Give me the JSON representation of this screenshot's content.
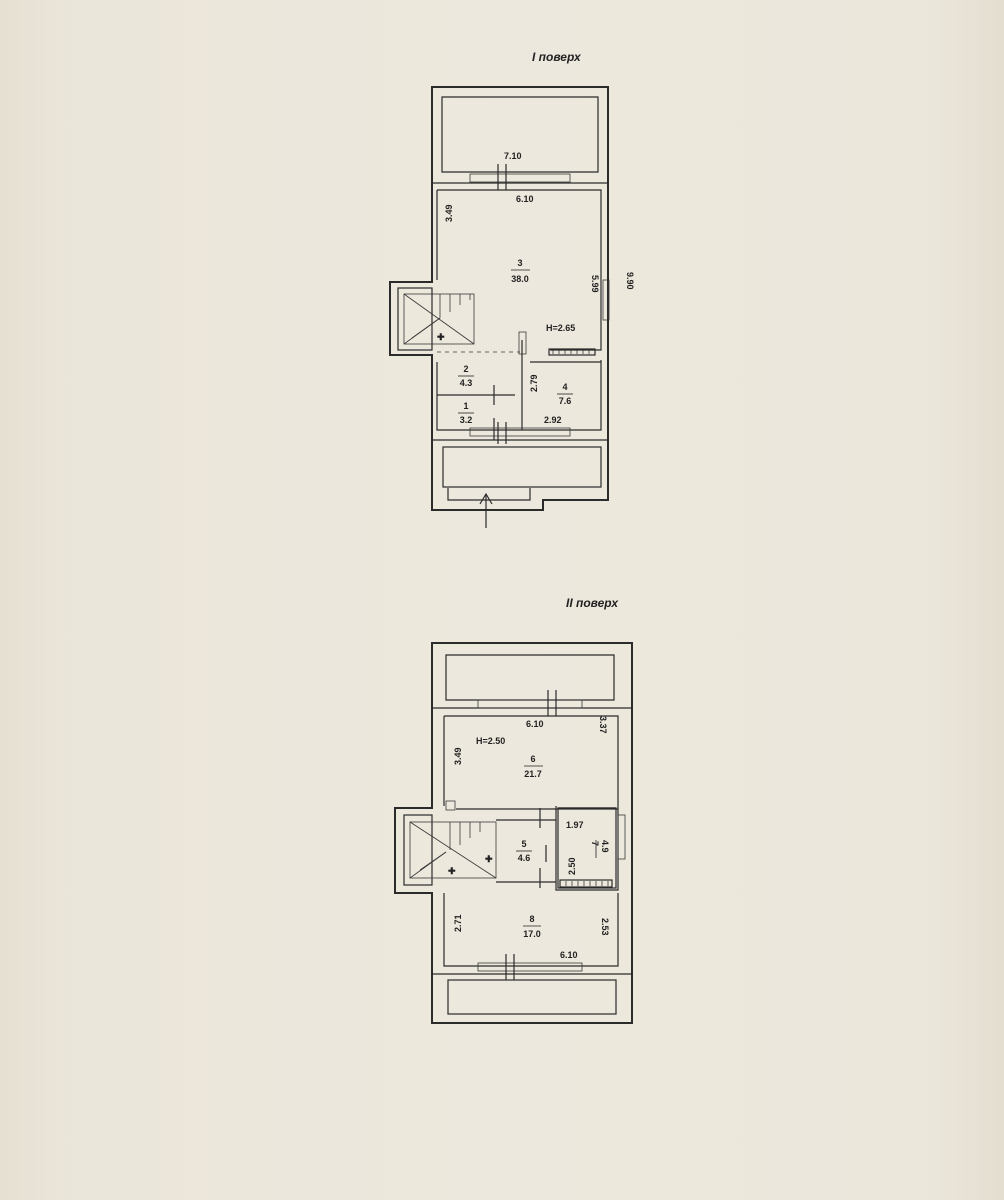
{
  "floor1": {
    "title": "I поверх",
    "dims": {
      "top_outer": "7.10",
      "top_inner": "6.10",
      "left_height": "3.49",
      "right_inner": "5.99",
      "right_outer": "9.90",
      "room_height": "H=2.65",
      "partition": "2.79",
      "bottom_width": "2.92"
    },
    "rooms": [
      {
        "num": "3",
        "area": "38.0"
      },
      {
        "num": "2",
        "area": "4.3"
      },
      {
        "num": "4",
        "area": "7.6"
      },
      {
        "num": "1",
        "area": "3.2"
      }
    ]
  },
  "floor2": {
    "title": "II поверх",
    "dims": {
      "top_inner": "6.10",
      "right_top": "3.37",
      "left_top": "3.49",
      "room_height": "H=2.50",
      "small_width": "1.97",
      "small_height": "2.50",
      "left_bottom": "2.71",
      "right_bottom": "2.53",
      "bottom_width": "6.10"
    },
    "rooms": [
      {
        "num": "6",
        "area": "21.7"
      },
      {
        "num": "5",
        "area": "4.6"
      },
      {
        "num": "7",
        "area": "4.9"
      },
      {
        "num": "8",
        "area": "17.0"
      }
    ]
  }
}
